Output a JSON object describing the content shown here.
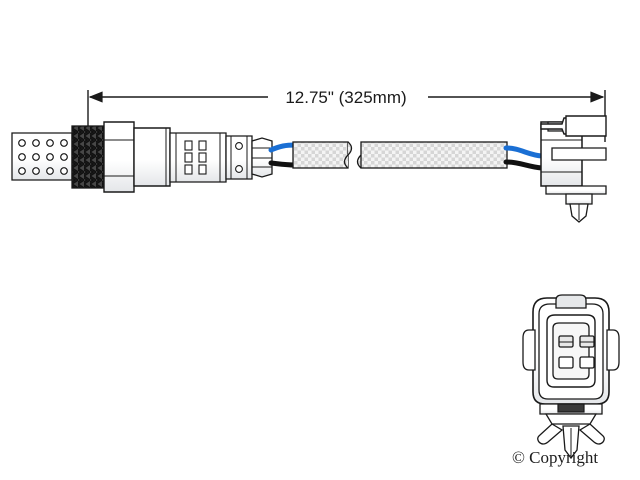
{
  "document": {
    "title": "Oxygen Sensor Technical Illustration",
    "background_color": "#ffffff"
  },
  "dimension": {
    "label": "12.75\" (325mm)",
    "inches": "12.75\"",
    "millimeters": "(325mm)",
    "line_color": "#1a1a1a",
    "arrow_style": "double-arrow-extension-lines"
  },
  "sensor": {
    "name": "oxygen-sensor-assembly",
    "outline_color": "#1a1a1a",
    "body_fill": "#ffffff",
    "shade_fill": "#e9eaec",
    "parts": [
      {
        "name": "sensor-tip-shield",
        "label": "Perforated Louvered Shield",
        "hole_rows": 3,
        "hole_columns": 4,
        "hole_count": 12
      },
      {
        "name": "threaded-section",
        "label": "Threaded Mounting Boss",
        "thread_count": 9,
        "fill": "#3a3a3a"
      },
      {
        "name": "hex-nut",
        "label": "Hex Wrench Flat"
      },
      {
        "name": "sensor-shoulder",
        "label": "Body Shoulder"
      },
      {
        "name": "crimp-ferrule-slotted",
        "label": "Slotted Crimp Ferrule",
        "slot_columns": 2,
        "slot_rows": 3
      },
      {
        "name": "vented-ferrule",
        "label": "Vented Ferrule",
        "vent_hole_count": 2
      },
      {
        "name": "strain-relief-boot",
        "label": "Wire Strain Relief Boot"
      }
    ]
  },
  "cable": {
    "name": "sensor-harness-cable",
    "sheath_label": "Braided Protective Sheath",
    "sheath_fill": "#f2f2f2",
    "sheath_weave_color": "#c9c9c9",
    "break_symbol": "cable-length-break",
    "wires": [
      {
        "name": "blue-signal-wire",
        "color_name": "blue",
        "color": "#1a6fd4"
      },
      {
        "name": "black-ground-wire",
        "color_name": "black",
        "color": "#111111"
      }
    ]
  },
  "connector_side_view": {
    "name": "harness-connector-side-view",
    "label": "Connector Side Profile",
    "features": [
      {
        "name": "locking-tab",
        "label": "Locking Tab"
      },
      {
        "name": "connector-housing",
        "label": "Connector Housing"
      },
      {
        "name": "mounting-clip",
        "label": "Mounting Clip"
      }
    ]
  },
  "connector_face_view": {
    "name": "harness-connector-face-view",
    "label": "Connector Face View",
    "pin_count": 4,
    "pin_layout": "2x2",
    "pins": [
      {
        "name": "terminal-cavity-1",
        "position": "top-left"
      },
      {
        "name": "terminal-cavity-2",
        "position": "top-right"
      },
      {
        "name": "terminal-cavity-3",
        "position": "bottom-left"
      },
      {
        "name": "terminal-cavity-4",
        "position": "bottom-right"
      }
    ],
    "features": [
      {
        "name": "outer-shroud",
        "label": "Outer Shroud"
      },
      {
        "name": "inner-seal-ring",
        "label": "Inner Seal Ring"
      },
      {
        "name": "retention-wings",
        "label": "Retention Wings"
      },
      {
        "name": "release-prongs",
        "label": "Release Prongs"
      }
    ]
  },
  "watermark": {
    "name": "copyright-notice",
    "symbol": "©",
    "text": "Copyright",
    "full_text": "© Copyright"
  }
}
